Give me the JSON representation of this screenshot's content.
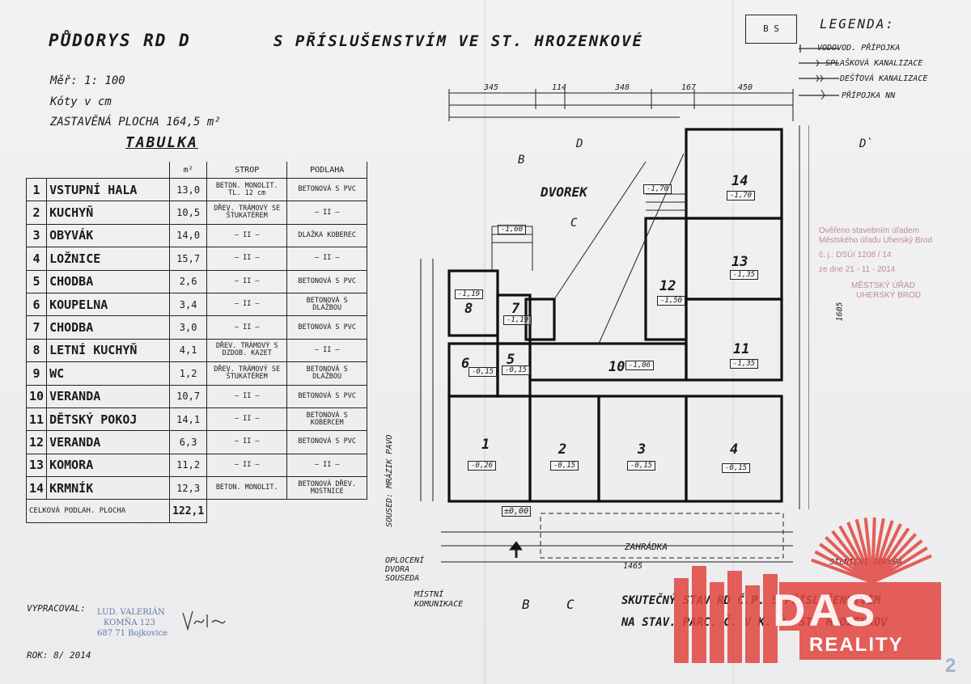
{
  "header": {
    "title_left": "PŮDORYS  RD D",
    "title_right": "S PŘÍSLUŠENSTVÍM  VE ST. HROZENKOVÉ",
    "scale": "Měř:  1: 100",
    "units": "Kóty v cm",
    "built_area": "ZASTAVĚNÁ  PLOCHA  164,5 m²"
  },
  "table": {
    "title": "TABULKA",
    "headers": {
      "area": "m²",
      "ceiling": "STROP",
      "floor": "PODLAHA"
    },
    "rows": [
      {
        "n": "1",
        "name": "VSTUPNÍ HALA",
        "area": "13,0",
        "ceiling": "BETON. MONOLIT. TL. 12 cm",
        "floor": "BETONOVÁ S PVC"
      },
      {
        "n": "2",
        "name": "KUCHYŇ",
        "area": "10,5",
        "ceiling": "DŘEV. TRÁMOVÝ SE ŠTUKATÉREM",
        "floor": "— II —"
      },
      {
        "n": "3",
        "name": "OBYVÁK",
        "area": "14,0",
        "ceiling": "— II —",
        "floor": "DLAŽKA KOBEREC"
      },
      {
        "n": "4",
        "name": "LOŽNICE",
        "area": "15,7",
        "ceiling": "— II —",
        "floor": "— II —"
      },
      {
        "n": "5",
        "name": "CHODBA",
        "area": "2,6",
        "ceiling": "— II —",
        "floor": "BETONOVÁ S PVC"
      },
      {
        "n": "6",
        "name": "KOUPELNA",
        "area": "3,4",
        "ceiling": "— II —",
        "floor": "BETONOVÁ S DLAŽBOU"
      },
      {
        "n": "7",
        "name": "CHODBA",
        "area": "3,0",
        "ceiling": "— II —",
        "floor": "BETONOVÁ S PVC"
      },
      {
        "n": "8",
        "name": "LETNÍ KUCHYŇ",
        "area": "4,1",
        "ceiling": "DŘEV. TRÁMOVÝ S DZDOB. KAZET",
        "floor": "— II —"
      },
      {
        "n": "9",
        "name": "WC",
        "area": "1,2",
        "ceiling": "DŘEV. TRÁMOVÝ SE ŠTUKATÉREM",
        "floor": "BETONOVÁ S DLAŽBOU"
      },
      {
        "n": "10",
        "name": "VERANDA",
        "area": "10,7",
        "ceiling": "— II —",
        "floor": "BETONOVÁ S PVC"
      },
      {
        "n": "11",
        "name": "DĚTSKÝ POKOJ",
        "area": "14,1",
        "ceiling": "— II —",
        "floor": "BETONOVÁ S KOBERCEM"
      },
      {
        "n": "12",
        "name": "VERANDA",
        "area": "6,3",
        "ceiling": "— II —",
        "floor": "BETONOVÁ S PVC"
      },
      {
        "n": "13",
        "name": "KOMORA",
        "area": "11,2",
        "ceiling": "— II —",
        "floor": "— II —"
      },
      {
        "n": "14",
        "name": "KRMNÍK",
        "area": "12,3",
        "ceiling": "BETON. MONOLIT.",
        "floor": "BETONOVÁ DŘEV. MOSTNICE"
      }
    ],
    "total_label": "CELKOVÁ PODLAH. PLOCHA",
    "total_value": "122,1"
  },
  "legend": {
    "title": "LEGENDA:",
    "items": [
      "VODOVOD. PŘÍPOJKA",
      "SPLAŠKOVÁ KANALIZACE",
      "DEŠŤOVÁ KANALIZACE",
      "PŘÍPOJKA NN"
    ],
    "bs": "B S"
  },
  "plan": {
    "courtyard": "DVOREK",
    "garden": "ZAHRÁDKA",
    "neighbour_wall": "SOUSED: MRÁZIK PAVO",
    "fence": "OPLOCENÍ DVORA SOUSEDA",
    "local_road": "MÍSTNÍ KOMUNIKACE",
    "curb": "SILNIČNÍ OBRUBA",
    "zero_level": "±0,00",
    "section_b": "B",
    "section_c": "C",
    "section_d": "D",
    "section_d2": "D`",
    "total_length": "1465",
    "total_width": "1605",
    "top_dims": [
      "345",
      "114",
      "348",
      "167",
      "450"
    ],
    "rooms": [
      {
        "n": "1",
        "level": "-0,26"
      },
      {
        "n": "2",
        "level": "-0,15"
      },
      {
        "n": "3",
        "level": "-0,15"
      },
      {
        "n": "4",
        "level": "-0,15"
      },
      {
        "n": "5",
        "level": "-0,15"
      },
      {
        "n": "6",
        "level": "-0,15"
      },
      {
        "n": "7",
        "level": "-1,19"
      },
      {
        "n": "8",
        "level": "-1,19"
      },
      {
        "n": "10",
        "level": "-1,06"
      },
      {
        "n": "11",
        "level": "-1,35"
      },
      {
        "n": "12",
        "level": "-1,50"
      },
      {
        "n": "13",
        "level": "-1,35"
      },
      {
        "n": "14",
        "level": "-1,70"
      }
    ],
    "courtyard_level_1": "-1,60",
    "courtyard_level_2": "-1,70"
  },
  "footer": {
    "prepared_label": "VYPRACOVAL:",
    "stamp_line1": "LUD. VALERIÁN",
    "stamp_line2": "KOMŇA 123",
    "stamp_line3": "687 71  Bojkovice",
    "year": "ROK:  8/ 2014",
    "bottom_line1": "SKUTEČNÝ  STAV  RD  Č.P.  S  PŘÍSLUŠENSTVÍM",
    "bottom_line2": "NA  STAV. PARC. Č.  V  K. Ú.  ST. HROZENKOV",
    "page_number": "2"
  },
  "office_stamp": {
    "line1": "Ověřeno stavebním úřadem",
    "line2": "Městského úřadu Uherský Brod",
    "line3": "č. j.:  DSÚ/   1208 / 14",
    "line4": "ze dne   21 - 11 - 2014",
    "line5": "MĚSTSKÝ ÚŘAD",
    "line6": "UHERSKÝ BROD"
  },
  "logo": {
    "brand": "DAS",
    "sub": "REALITY",
    "color": "#e2463f"
  }
}
